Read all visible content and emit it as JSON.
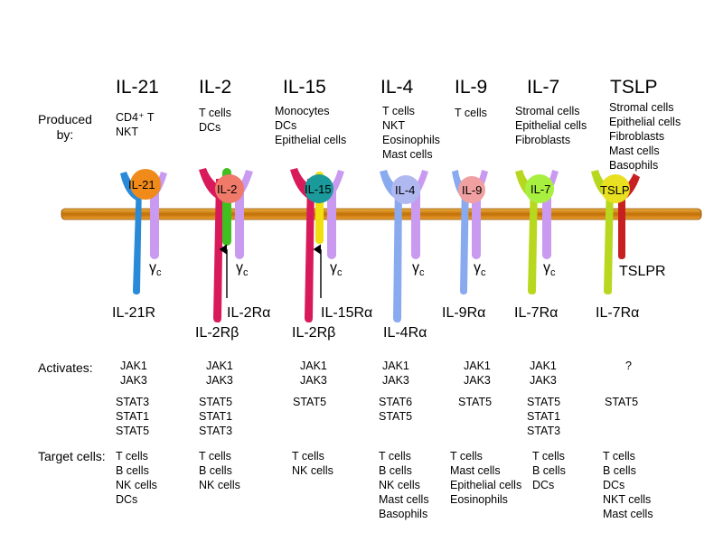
{
  "row_labels": {
    "produced_by": [
      "Produced",
      "by:"
    ],
    "activates": "Activates:",
    "target_cells": "Target cells:"
  },
  "membrane_color": "#d98a0a",
  "gamma_c": {
    "gamma": "γ",
    "sub": "c"
  },
  "cytokines": [
    {
      "name": "IL-21",
      "produced_by": [
        "CD4⁺ T",
        "NKT"
      ],
      "jak": [
        "JAK1",
        "JAK3"
      ],
      "stat": [
        "STAT3",
        "STAT1",
        "STAT5"
      ],
      "targets": [
        "T cells",
        "B cells",
        "NK cells",
        "DCs"
      ],
      "ligand_label": "IL-21",
      "ligand_color": "#f08a1a",
      "receptors": [
        "IL-21R"
      ],
      "has_gamma_c": true
    },
    {
      "name": "IL-2",
      "produced_by": [
        "T cells",
        "DCs"
      ],
      "jak": [
        "JAK1",
        "JAK3"
      ],
      "stat": [
        "STAT5",
        "STAT1",
        "STAT3"
      ],
      "targets": [
        "T cells",
        "B cells",
        "NK cells"
      ],
      "ligand_label": "IL-2",
      "ligand_color": "#f07a6a",
      "receptors": [
        "IL-2Rα",
        "IL-2Rβ"
      ],
      "has_gamma_c": true
    },
    {
      "name": "IL-15",
      "produced_by": [
        "Monocytes",
        "DCs",
        "Epithelial cells"
      ],
      "jak": [
        "JAK1",
        "JAK3"
      ],
      "stat": [
        "STAT5"
      ],
      "targets": [
        "T cells",
        "NK cells"
      ],
      "ligand_label": "IL-15",
      "ligand_color": "#1a9a9a",
      "receptors": [
        "IL-15Rα",
        "IL-2Rβ"
      ],
      "has_gamma_c": true
    },
    {
      "name": "IL-4",
      "produced_by": [
        "T cells",
        "NKT",
        "Eosinophils",
        "Mast cells"
      ],
      "jak": [
        "JAK1",
        "JAK3"
      ],
      "stat": [
        "STAT6",
        "STAT5"
      ],
      "targets": [
        "T cells",
        "B cells",
        "NK cells",
        "Mast cells",
        "Basophils"
      ],
      "ligand_label": "IL-4",
      "ligand_color": "#b0b8f0",
      "receptors": [
        "IL-4Rα"
      ],
      "has_gamma_c": true
    },
    {
      "name": "IL-9",
      "produced_by": [
        "T cells"
      ],
      "jak": [
        "JAK1",
        "JAK3"
      ],
      "stat": [
        "STAT5"
      ],
      "targets": [
        "T cells",
        "Mast cells",
        "Epithelial cells",
        "Eosinophils"
      ],
      "ligand_label": "IL-9",
      "ligand_color": "#f0a0a0",
      "receptors": [
        "IL-9Rα"
      ],
      "has_gamma_c": true
    },
    {
      "name": "IL-7",
      "produced_by": [
        "Stromal cells",
        "Epithelial cells",
        "Fibroblasts"
      ],
      "jak": [
        "JAK1",
        "JAK3"
      ],
      "stat": [
        "STAT5",
        "STAT1",
        "STAT3"
      ],
      "targets": [
        "T cells",
        "B cells",
        "DCs"
      ],
      "ligand_label": "IL-7",
      "ligand_color": "#a8f040",
      "receptors": [
        "IL-7Rα"
      ],
      "has_gamma_c": true
    },
    {
      "name": "TSLP",
      "produced_by": [
        "Stromal cells",
        "Epithelial cells",
        "Fibroblasts",
        "Mast cells",
        "Basophils"
      ],
      "jak": [
        "?"
      ],
      "stat": [
        "STAT5"
      ],
      "targets": [
        "T cells",
        "B cells",
        "DCs",
        "NKT cells",
        "Mast cells"
      ],
      "ligand_label": "TSLP",
      "ligand_color": "#e8e020",
      "receptors": [
        "IL-7Rα",
        "TSLPR"
      ],
      "has_gamma_c": false
    }
  ]
}
